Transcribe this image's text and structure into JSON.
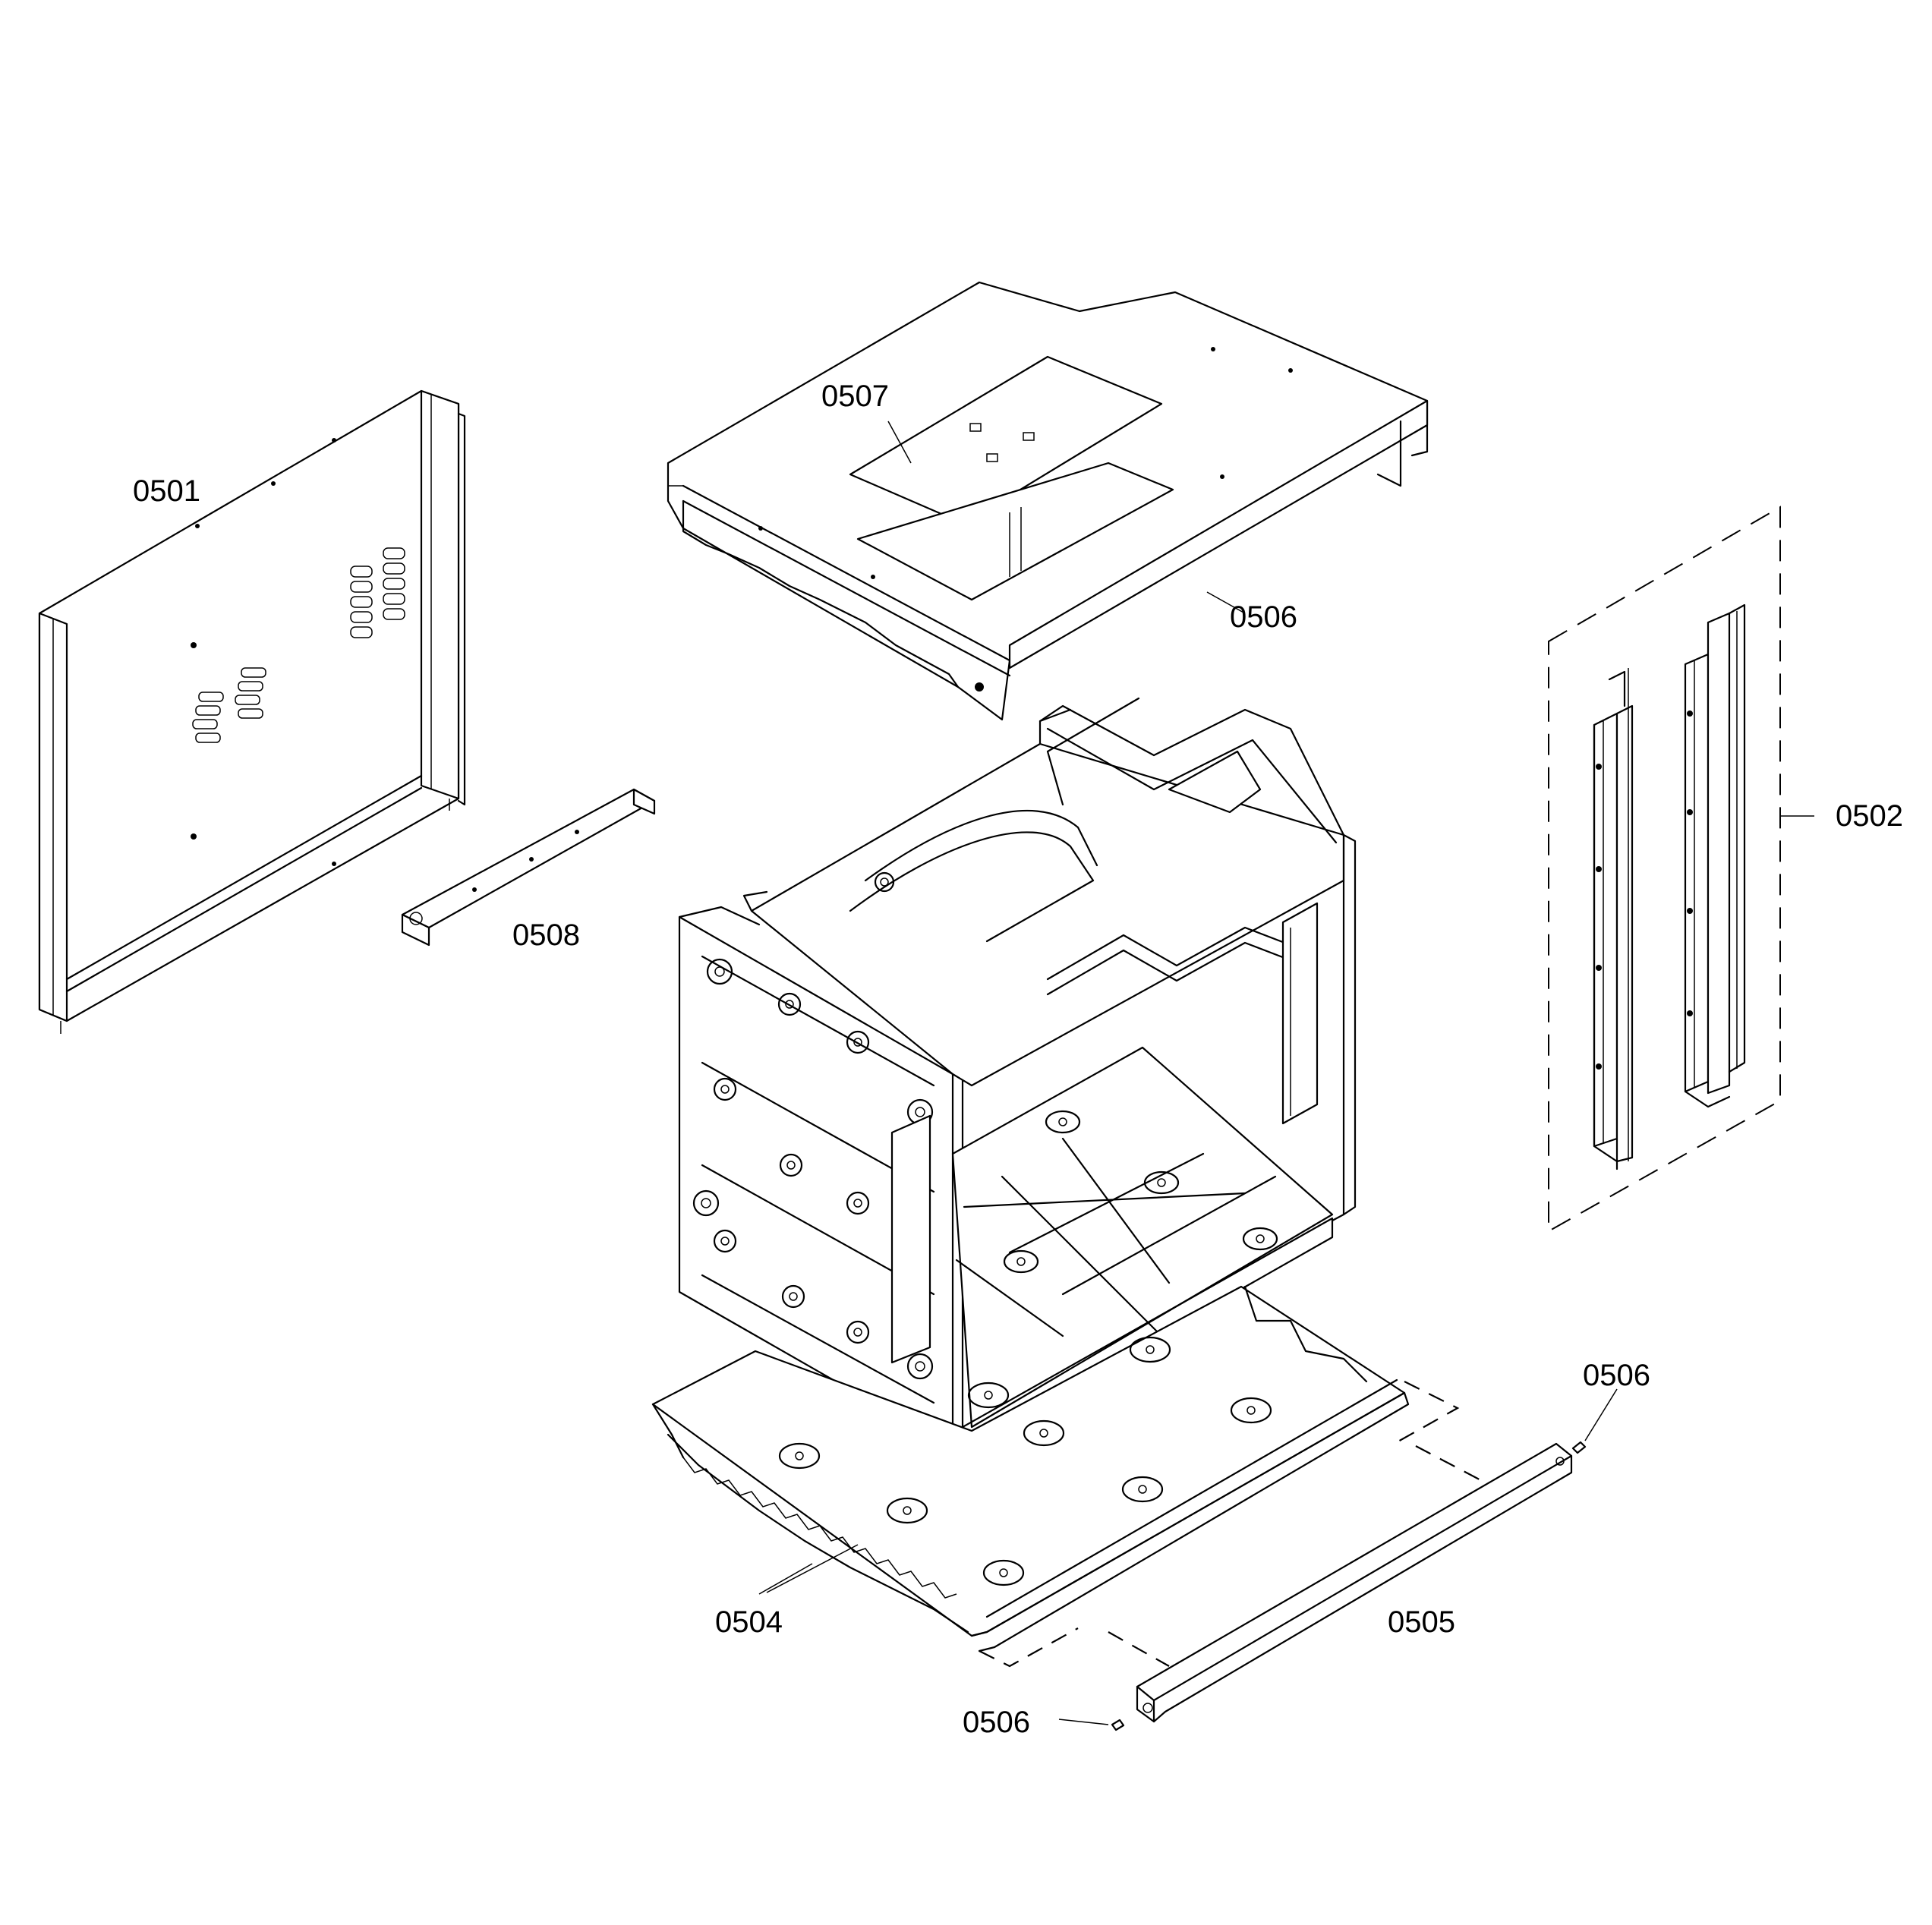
{
  "diagram": {
    "type": "exploded-parts-view",
    "line_color": "#000000",
    "background_color": "#ffffff"
  },
  "labels": {
    "side_panel": "0501",
    "trim_strips": "0502",
    "bottom_tray": "0504",
    "front_trim_bar": "0505",
    "top_cover_screw": "0506",
    "bottom_screw_upper": "0506",
    "bottom_screw_lower": "0506",
    "top_plate": "0507",
    "bracket": "0508"
  }
}
